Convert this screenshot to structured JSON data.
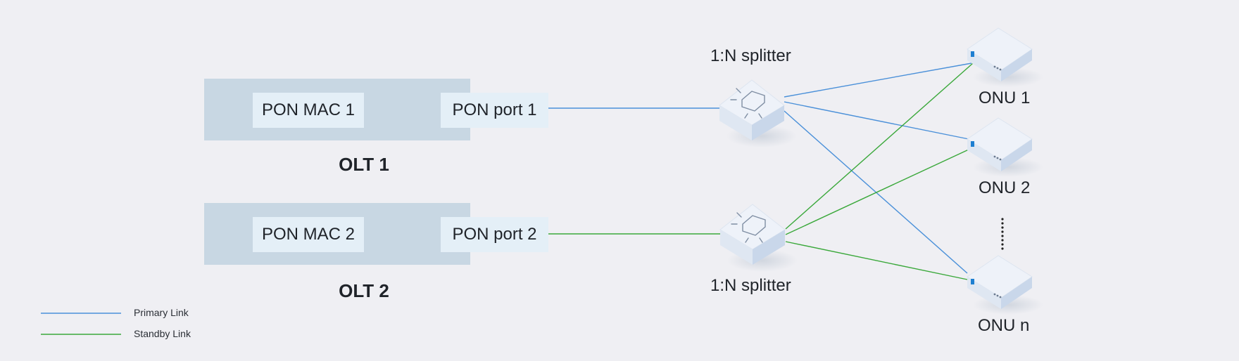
{
  "olts": [
    {
      "name": "OLT 1",
      "mac": "PON MAC 1",
      "port": "PON port 1"
    },
    {
      "name": "OLT 2",
      "mac": "PON MAC 2",
      "port": "PON port 2"
    }
  ],
  "splitters": [
    {
      "label": "1:N splitter"
    },
    {
      "label": "1:N splitter"
    }
  ],
  "onus": [
    {
      "label": "ONU 1"
    },
    {
      "label": "ONU 2"
    },
    {
      "label": "ONU n"
    }
  ],
  "legend": {
    "primary": "Primary Link",
    "standby": "Standby Link"
  },
  "colors": {
    "background": "#efeff3",
    "olt_box": "#c8d7e3",
    "port_box": "#e4eff7",
    "primary_link": "#4a90d9",
    "standby_link": "#3aa83a",
    "device_top": "#eef2f9",
    "device_side": "#c9d7ea"
  },
  "icons": {
    "splitter": "splitter-cube-icon",
    "onu": "onu-device-icon",
    "ellipsis": "vertical-ellipsis-icon"
  }
}
